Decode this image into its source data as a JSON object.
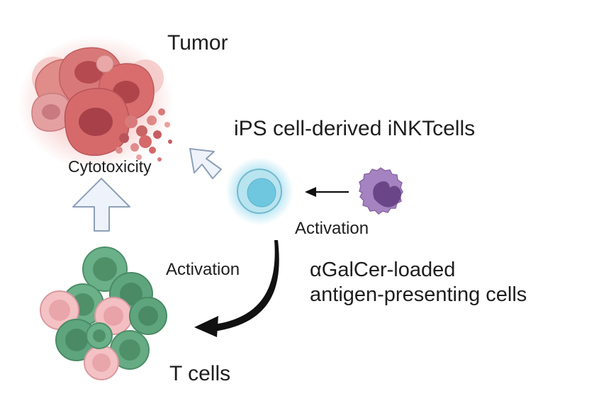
{
  "labels": {
    "tumor": "Tumor",
    "ips_cells": "iPS cell-derived iNKTcells",
    "cytotoxicity": "Cytotoxicity",
    "activation_apc": "Activation",
    "activation_tcells": "Activation",
    "apc_line1": "αGalCer-loaded",
    "apc_line2": "antigen-presenting cells",
    "t_cells": "T cells"
  },
  "colors": {
    "tumor_cell": "#d96d6d",
    "tumor_nucleus": "#b5484d",
    "inkt_cell": "#b8e4ef",
    "inkt_glow": "#6ccbe6",
    "apc_cell": "#9b7ab8",
    "apc_nucleus": "#6f4a8f",
    "t_cell_green": "#5ea57e",
    "t_cell_pink": "#f0b3b6",
    "block_arrow": "#eef3fb",
    "block_arrow_stroke": "#8e9fb8",
    "curved_arrow": "#111111"
  }
}
